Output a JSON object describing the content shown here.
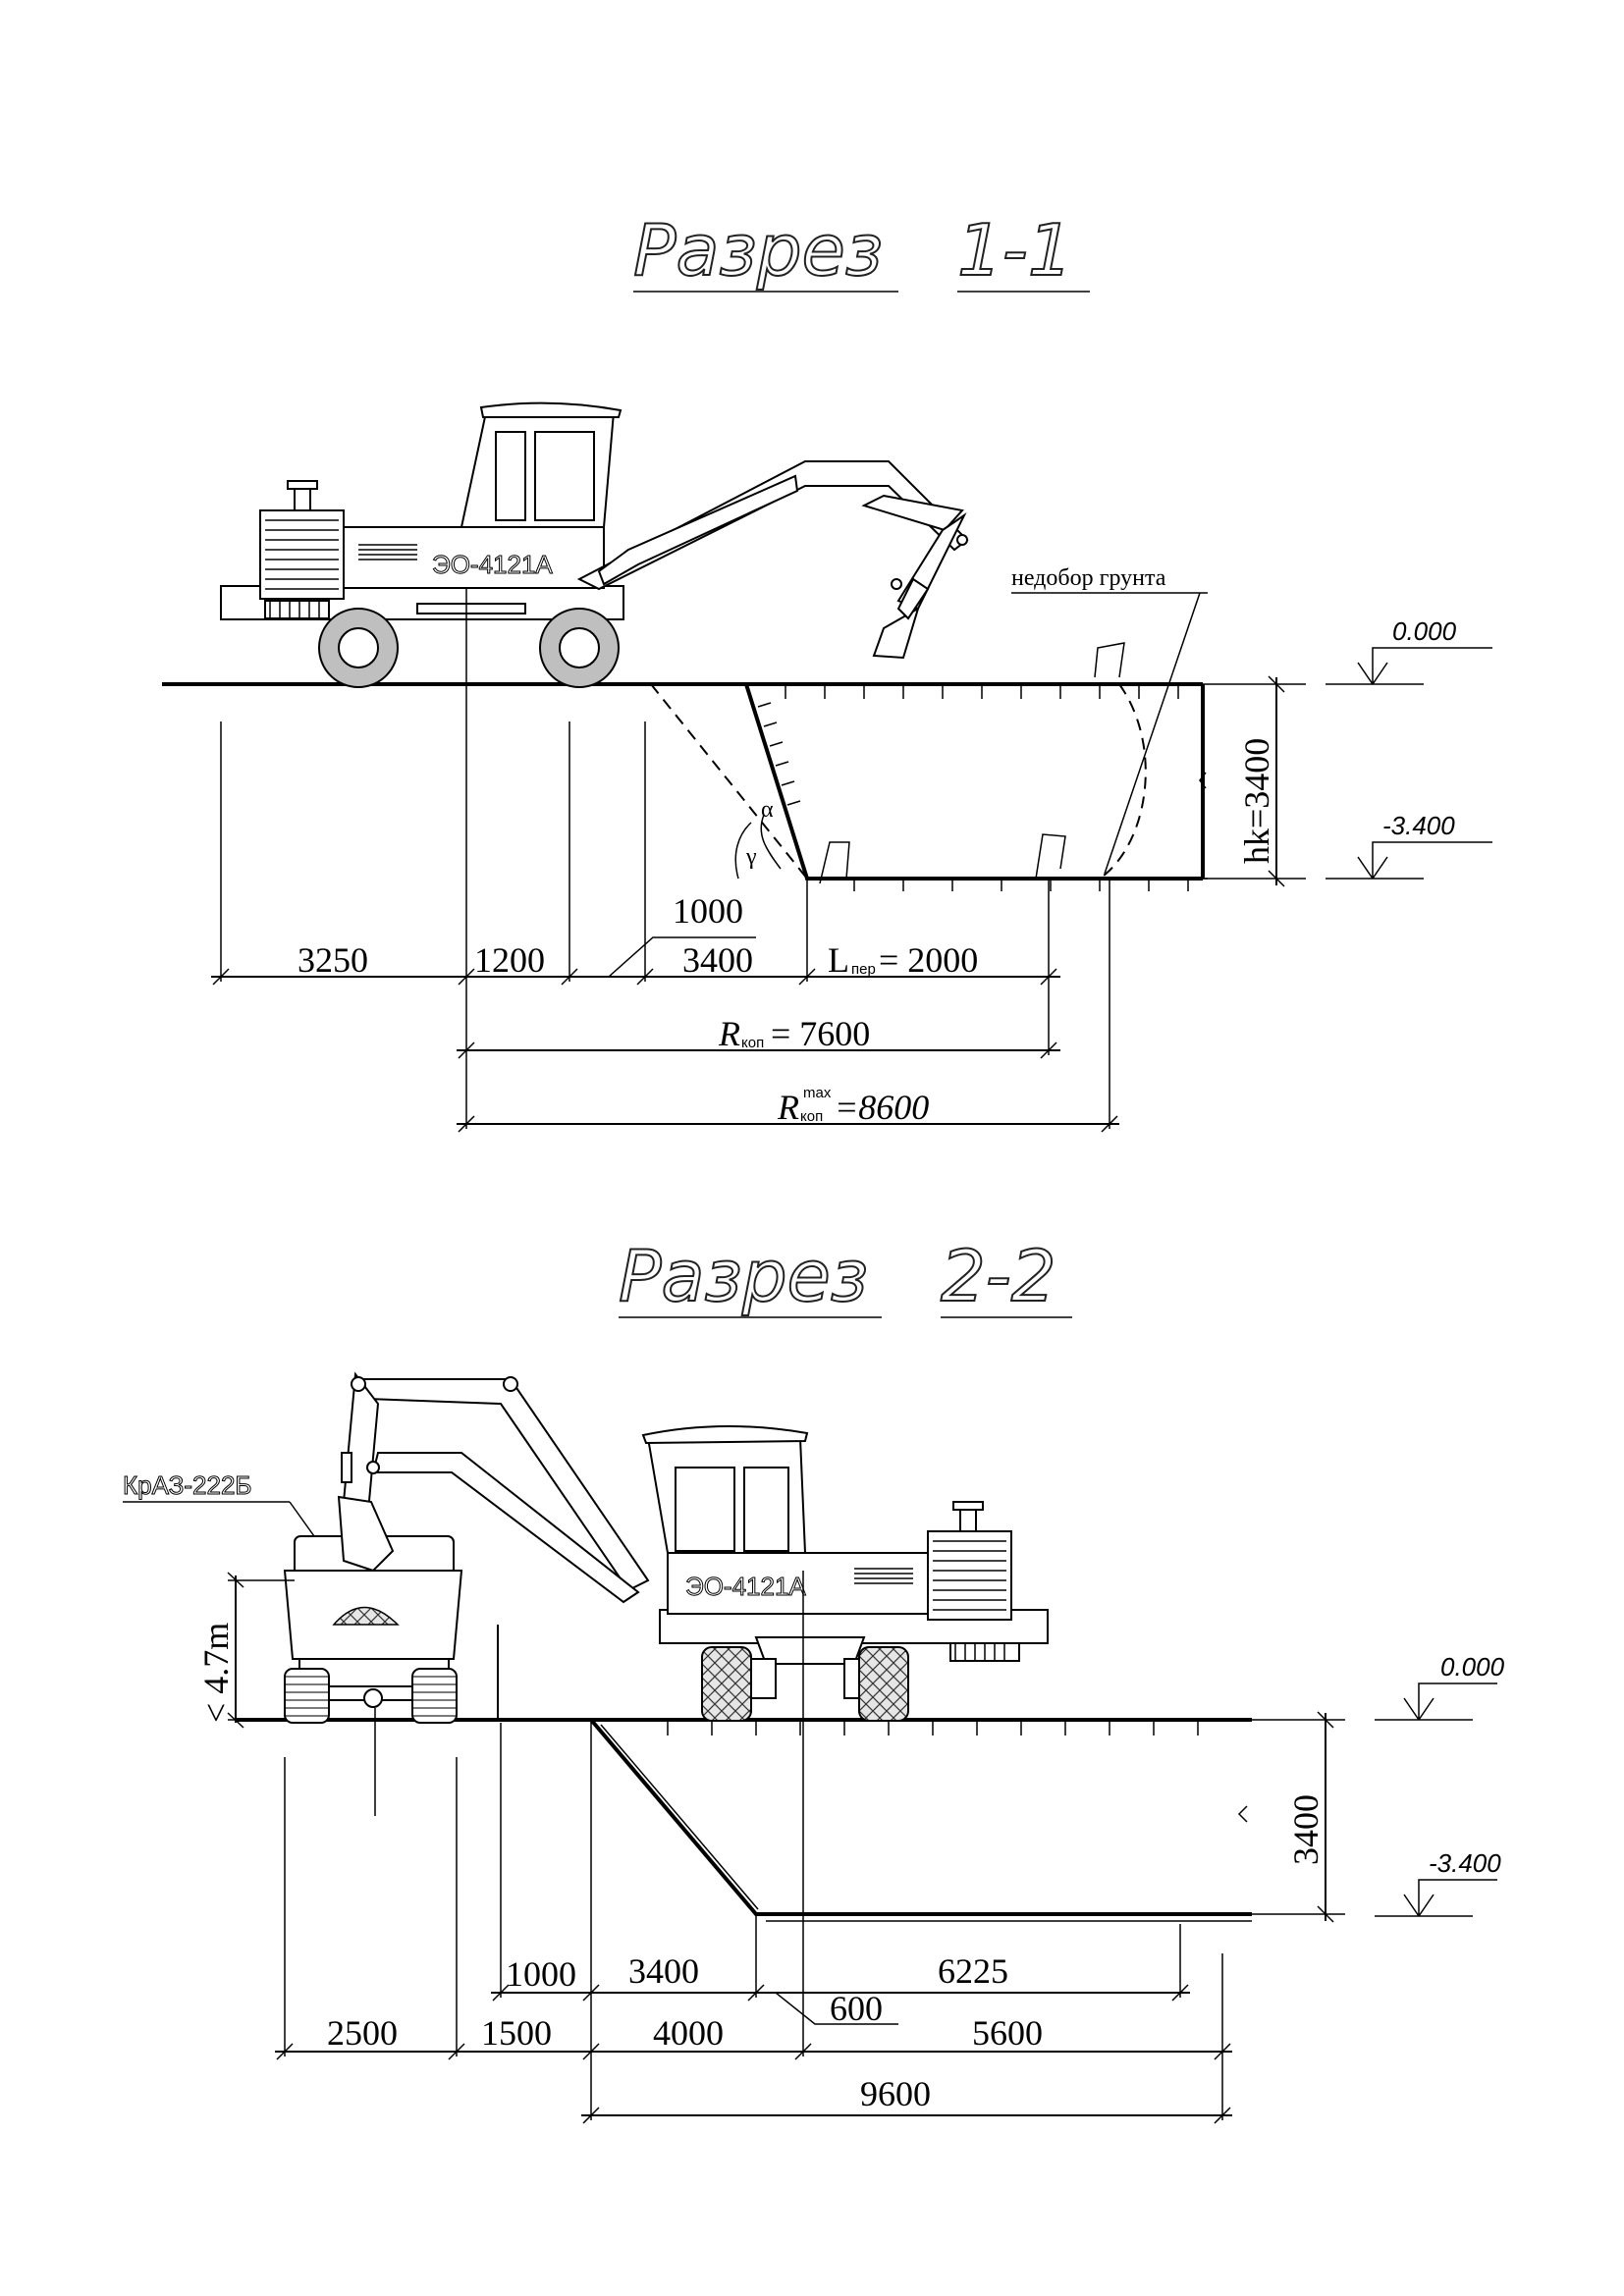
{
  "section1": {
    "title_word": "Разрез",
    "title_number": "1-1",
    "machine_label": "ЭО-4121А",
    "note": "недобор грунта",
    "level_top": "0.000",
    "level_bottom": "-3.400",
    "depth_label": "hk=3400",
    "angle_alpha": "α",
    "angle_gamma": "γ",
    "dims": {
      "d3250": "3250",
      "d1200": "1200",
      "d1000": "1000",
      "d3400": "3400",
      "lper_letter": "L",
      "lper_sub": "пер",
      "lper_value": "= 2000",
      "r_letter": "R",
      "r_sub": "коп",
      "r_value": "= 7600",
      "rmax_letter": "R",
      "rmax_sup": "max",
      "rmax_sub": "коп",
      "rmax_value": "=8600"
    }
  },
  "section2": {
    "title_word": "Разрез",
    "title_number": "2-2",
    "machine_label": "ЭО-4121А",
    "truck_label": "КрАЗ-222Б",
    "height_label": "< 4.7m",
    "level_top": "0.000",
    "level_bottom": "-3.400",
    "depth_label": "3400",
    "dims": {
      "d1000": "1000",
      "d3400": "3400",
      "d6225": "6225",
      "d600": "600",
      "d2500": "2500",
      "d1500": "1500",
      "d4000": "4000",
      "d5600": "5600",
      "d9600": "9600"
    }
  }
}
